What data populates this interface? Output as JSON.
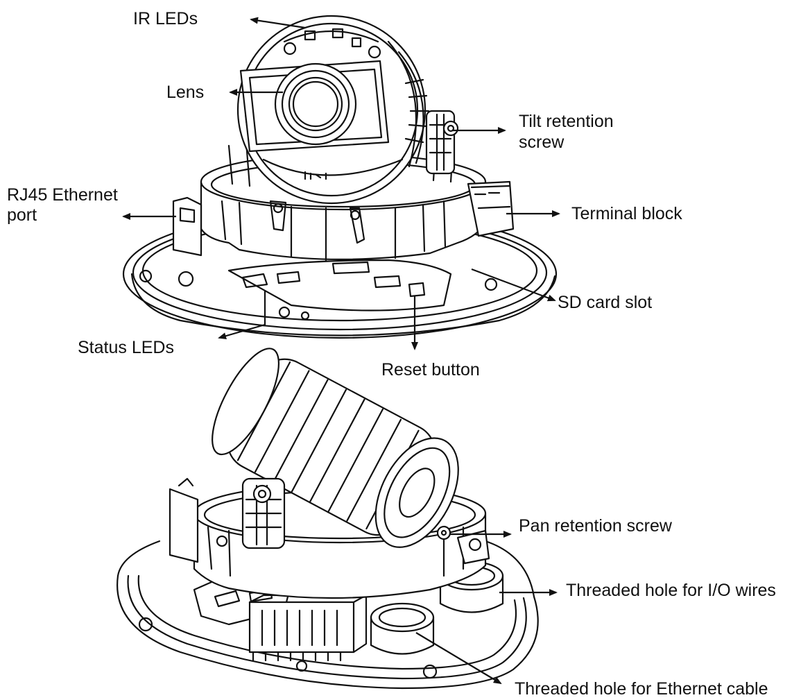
{
  "labels": {
    "ir_leds": "IR LEDs",
    "lens": "Lens",
    "tilt_retention_screw_line1": "Tilt retention",
    "tilt_retention_screw_line2": "screw",
    "rj45_line1": "RJ45 Ethernet",
    "rj45_line2": "port",
    "terminal_block": "Terminal block",
    "sd_card_slot": "SD card slot",
    "status_leds": "Status LEDs",
    "reset_button": "Reset button",
    "pan_retention_screw": "Pan retention screw",
    "threaded_hole_io": "Threaded hole for I/O wires",
    "threaded_hole_ethernet": "Threaded hole for Ethernet cable"
  },
  "colors": {
    "line": "#111111",
    "background": "#ffffff"
  }
}
